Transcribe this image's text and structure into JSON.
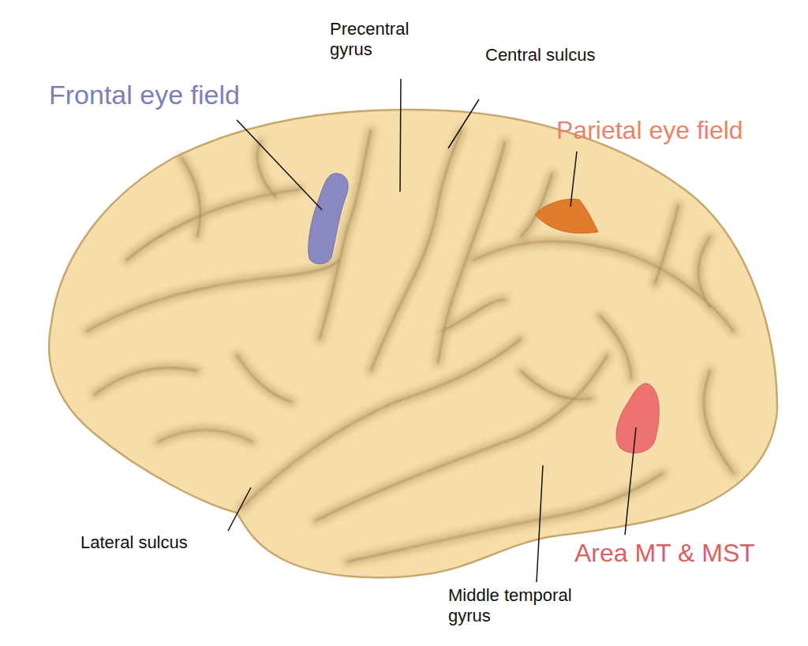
{
  "diagram": {
    "labels": [
      "Frontal eye field",
      "Precentral gyrus",
      "Central sulcus",
      "Parietal eye field",
      "Area MT & MST",
      "Lateral sulcus",
      "Middle temporal gyrus"
    ]
  }
}
